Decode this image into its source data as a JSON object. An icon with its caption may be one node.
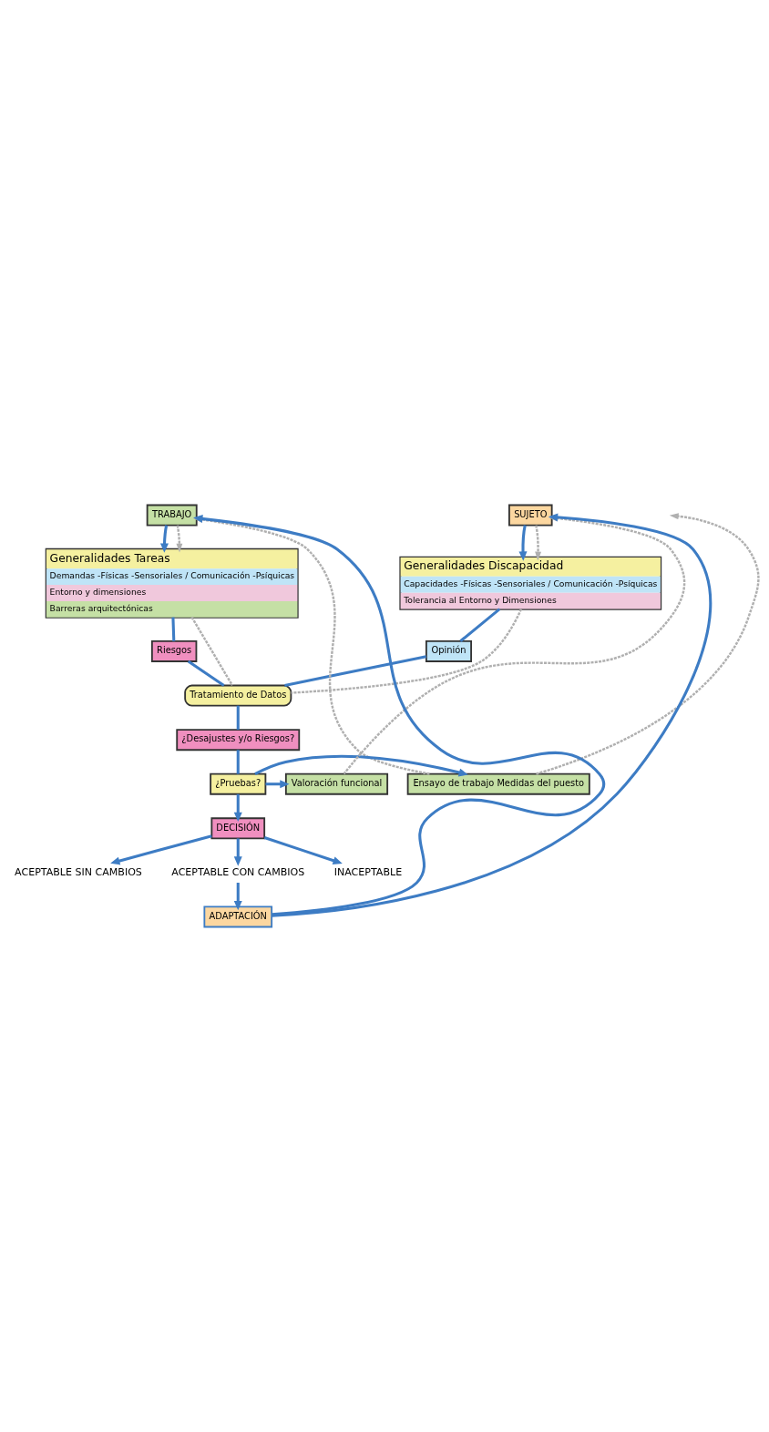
{
  "diagram": {
    "nodes": [
      {
        "text": [
          "TRABAJO"
        ]
      },
      {
        "text": [
          "SUJETO"
        ]
      },
      {
        "text": [
          "Generalidades Tareas",
          "Demandas -Físicas -Sensoriales / Comunicación -Psíquicas",
          "Entorno y dimensiones",
          "Barreras arquitectónicas"
        ]
      },
      {
        "text": [
          "Generalidades Discapacidad",
          "Capacidades -Físicas -Sensoriales / Comunicación -Psíquicas",
          "Tolerancia al Entorno y Dimensiones"
        ]
      },
      {
        "text": [
          "Riesgos"
        ]
      },
      {
        "text": [
          "Opinión"
        ]
      },
      {
        "text": [
          "Tratamiento de Datos"
        ]
      },
      {
        "text": [
          "¿Desajustes y/o Riesgos?"
        ]
      },
      {
        "text": [
          "Ensayo de trabajo Medidas del puesto"
        ]
      },
      {
        "text": [
          "¿Pruebas?"
        ]
      },
      {
        "text": [
          "Valoración funcional"
        ]
      },
      {
        "text": [
          "DECISIÓN"
        ]
      },
      {
        "text": [
          "ACEPTABLE SIN CAMBIOS"
        ]
      },
      {
        "text": [
          "ACEPTABLE CON CAMBIOS"
        ]
      },
      {
        "text": [
          "INACEPTABLE"
        ]
      },
      {
        "text": [
          "ADAPTACIÓN"
        ]
      }
    ],
    "edges": [
      {
        "from": 0,
        "to": 2,
        "arrow": "to"
      },
      {
        "from": 0,
        "to": 2,
        "arrow": "to",
        "style": "dashed",
        "color": "#b0b0b0"
      },
      {
        "from": 1,
        "to": 3,
        "arrow": "to"
      },
      {
        "from": 1,
        "to": 3,
        "arrow": "to",
        "style": "dashed",
        "color": "#b0b0b0"
      },
      {
        "from": 2,
        "to": 4,
        "arrow": "none"
      },
      {
        "from": 3,
        "to": 5,
        "arrow": "none"
      },
      {
        "from": 4,
        "to": 6,
        "arrow": "none"
      },
      {
        "from": 5,
        "to": 6,
        "arrow": "none"
      },
      {
        "from": 2,
        "to": 6,
        "arrow": "none",
        "style": "dashed",
        "color": "#b0b0b0"
      },
      {
        "from": 3,
        "to": 6,
        "arrow": "none",
        "style": "dashed",
        "color": "#b0b0b0"
      },
      {
        "from": 6,
        "to": 7,
        "arrow": "none"
      },
      {
        "from": 7,
        "to": 9,
        "arrow": "none"
      },
      {
        "from": 9,
        "to": 8,
        "arrow": "to"
      },
      {
        "from": 9,
        "to": 10,
        "arrow": "to"
      },
      {
        "from": 9,
        "to": 11,
        "arrow": "to"
      },
      {
        "from": 11,
        "to": 12,
        "arrow": "to"
      },
      {
        "from": 11,
        "to": 13,
        "arrow": "to"
      },
      {
        "from": 11,
        "to": 14,
        "arrow": "to"
      },
      {
        "from": 13,
        "to": 15,
        "arrow": "to"
      },
      {
        "from": 15,
        "to": 0,
        "arrow": "to"
      },
      {
        "from": 15,
        "to": 1,
        "arrow": "to"
      },
      {
        "from": 8,
        "to": 0,
        "arrow": "to",
        "style": "dashed",
        "color": "#b0b0b0"
      },
      {
        "from": 8,
        "to": null,
        "arrow": "to",
        "style": "dashed",
        "color": "#b0b0b0"
      },
      {
        "from": 10,
        "to": 1,
        "arrow": "to",
        "style": "dashed",
        "color": "#b0b0b0"
      }
    ]
  }
}
